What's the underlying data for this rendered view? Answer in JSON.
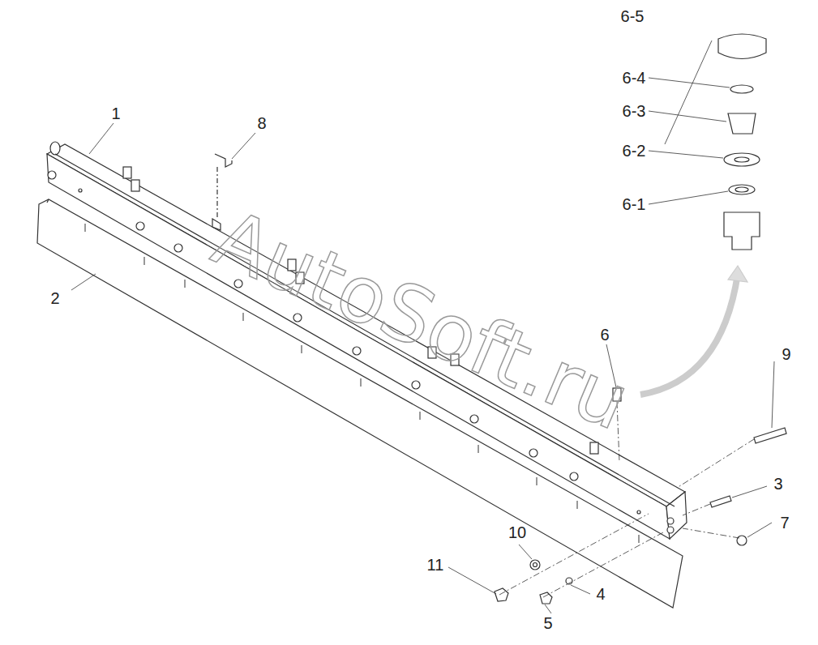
{
  "diagram": {
    "labels": [
      "1",
      "8",
      "2",
      "6",
      "9",
      "3",
      "7",
      "10",
      "11",
      "4",
      "5",
      "6-5",
      "6-4",
      "6-3",
      "6-2",
      "6-1",
      "AutoSoft.ru"
    ]
  }
}
